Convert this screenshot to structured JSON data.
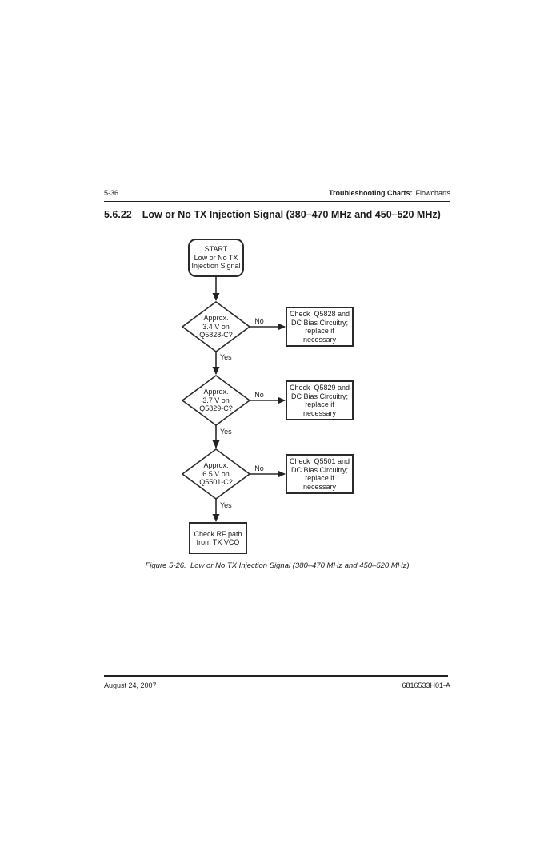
{
  "header": {
    "page_number": "5-36",
    "chapter": "Troubleshooting Charts:",
    "section": "Flowcharts"
  },
  "section_heading": {
    "number": "5.6.22",
    "title": "Low or No TX Injection Signal (380–470 MHz and 450–520 MHz)"
  },
  "flowchart": {
    "start_label": "START\nLow or No TX\nInjection Signal",
    "decisions": [
      {
        "question": "Approx.\n3.4 V on\nQ5828-C?",
        "no_label": "No",
        "yes_label": "Yes",
        "action": "Check  Q5828 and\nDC Bias Circuitry;\nreplace if\nnecessary"
      },
      {
        "question": "Approx.\n3.7 V on\nQ5829-C?",
        "no_label": "No",
        "yes_label": "Yes",
        "action": "Check  Q5829 and\nDC Bias Circuitry;\nreplace if\nnecessary"
      },
      {
        "question": "Approx.\n6.5 V on\nQ5501-C?",
        "no_label": "No",
        "yes_label": "Yes",
        "action": "Check  Q5501 and\nDC Bias Circuitry;\nreplace if\nnecessary"
      }
    ],
    "end_label": "Check RF path\nfrom TX VCO"
  },
  "figure_caption": "Figure 5-26.  Low or No TX Injection Signal (380–470 MHz and 450–520 MHz)",
  "footer": {
    "date": "August 24, 2007",
    "document_number": "6816533H01-A"
  }
}
